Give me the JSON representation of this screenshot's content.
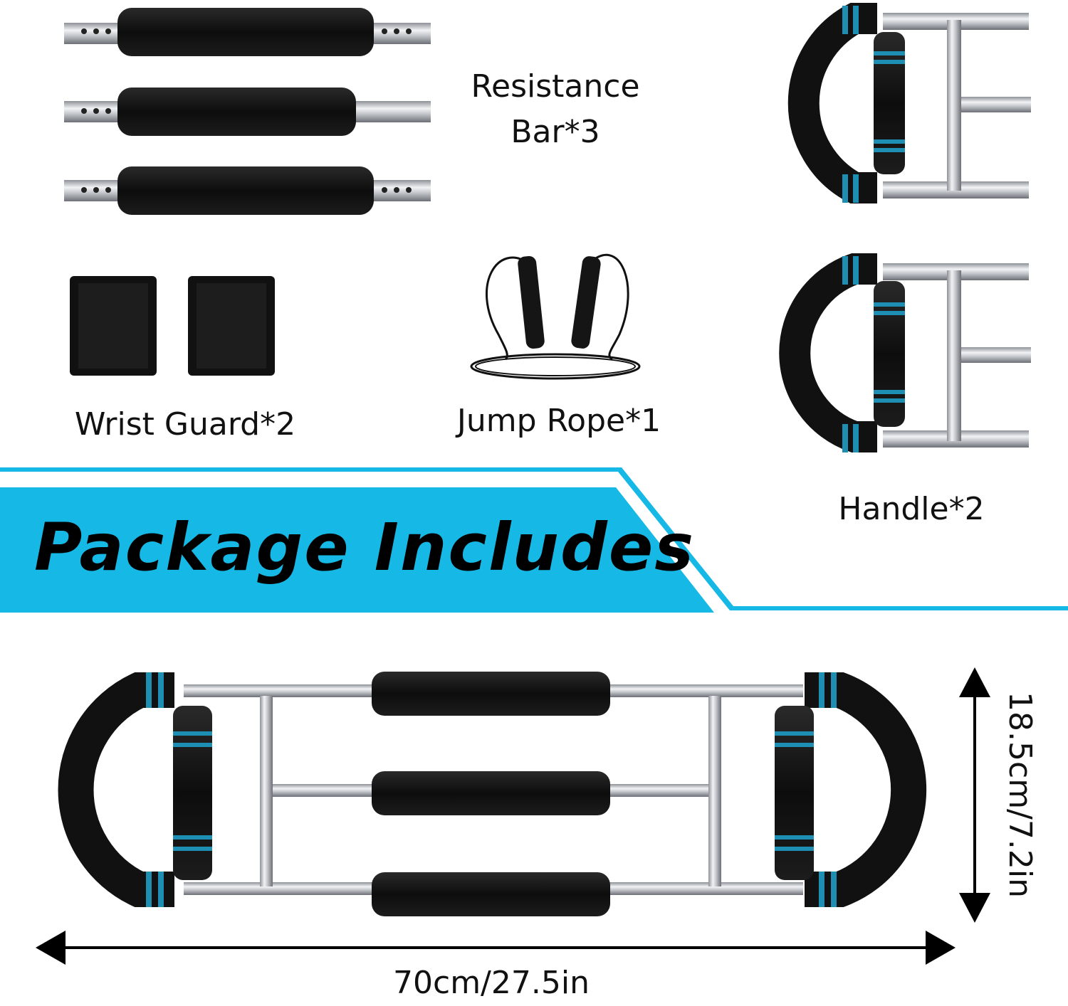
{
  "items": {
    "resistance_bar": "Resistance Bar*3",
    "resistance_bar_line1": "Resistance",
    "resistance_bar_line2": "Bar*3",
    "wrist_guard": "Wrist Guard*2",
    "jump_rope": "Jump Rope*1",
    "handle": "Handle*2"
  },
  "banner": {
    "title": "Package Includes",
    "accent_color": "#16b9e6"
  },
  "dimensions": {
    "width": "70cm/27.5in",
    "height": "18.5cm/7.2in"
  },
  "colors": {
    "foam": "#141414",
    "steel": "#c9ccd1",
    "ring": "#1e8fb3"
  }
}
